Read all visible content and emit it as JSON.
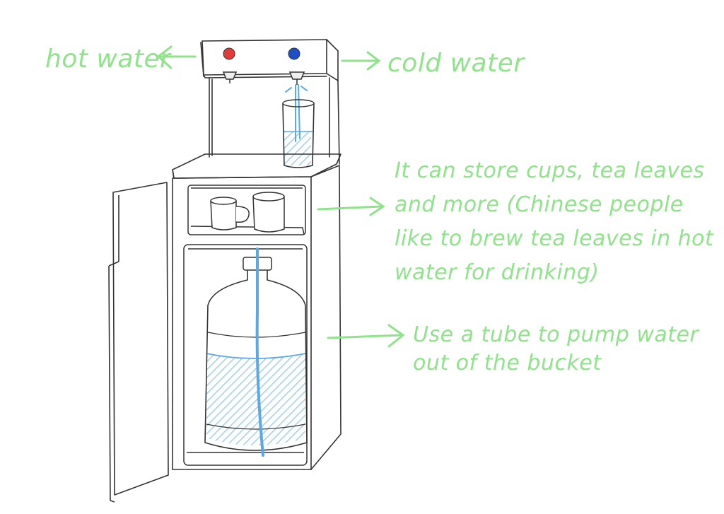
{
  "colors": {
    "annotation": "#8fe38a",
    "sketch_line": "#333333",
    "water": "#5aa8e6",
    "hot_button": "#e23a3a",
    "cold_button": "#1f4fc8"
  },
  "icons": [
    "hot-water-button-icon",
    "cold-water-button-icon",
    "cup-icon",
    "mug-icon",
    "water-bucket-icon"
  ],
  "labels": {
    "hot_water": "hot water",
    "cold_water": "cold water",
    "storage": "It can store cups, tea leaves and more (Chinese people like to brew tea leaves in hot water for drinking)",
    "tube": "Use a tube to pump water out of the bucket"
  }
}
